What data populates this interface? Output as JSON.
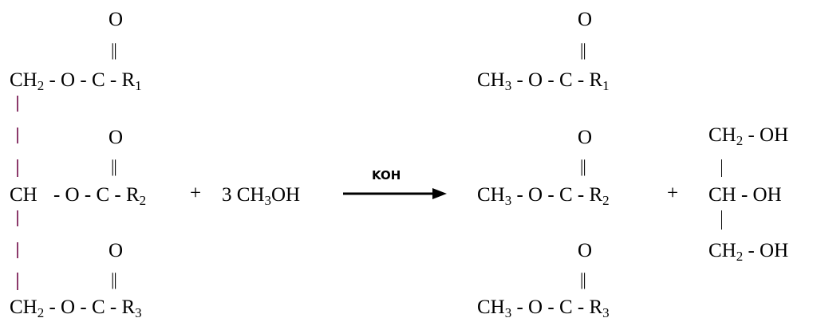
{
  "reaction": {
    "catalyst": "KOH",
    "colors": {
      "glycerol_backbone": "#8c3a6b",
      "text": "#000000"
    },
    "reactant_triglyceride": {
      "carbonyl_o": "O",
      "double_bond": "||",
      "row1": {
        "group": "CH",
        "group_sub": "2",
        "link": " - O - C - R",
        "r_sub": "1"
      },
      "row2": {
        "group": "CH",
        "link": " - O - C - R",
        "r_sub": "2"
      },
      "row3": {
        "group": "CH",
        "group_sub": "2",
        "link": " - O - C - R",
        "r_sub": "3"
      }
    },
    "plus_sign": "+",
    "reactant_methanol": {
      "coef": "3 CH",
      "sub": "3",
      "suffix": "OH"
    },
    "product_esters": {
      "carbonyl_o": "O",
      "double_bond": "||",
      "row1": {
        "group": "CH",
        "group_sub": "3",
        "link": " - O - C - R",
        "r_sub": "1"
      },
      "row2": {
        "group": "CH",
        "group_sub": "3",
        "link": " - O - C - R",
        "r_sub": "2"
      },
      "row3": {
        "group": "CH",
        "group_sub": "3",
        "link": " - O - C - R",
        "r_sub": "3"
      }
    },
    "product_glycerol": {
      "row1": {
        "group": "CH",
        "group_sub": "2",
        "suffix": " - OH"
      },
      "row2": {
        "group": "CH",
        "suffix": " - OH"
      },
      "row3": {
        "group": "CH",
        "group_sub": "2",
        "suffix": " - OH"
      }
    }
  }
}
